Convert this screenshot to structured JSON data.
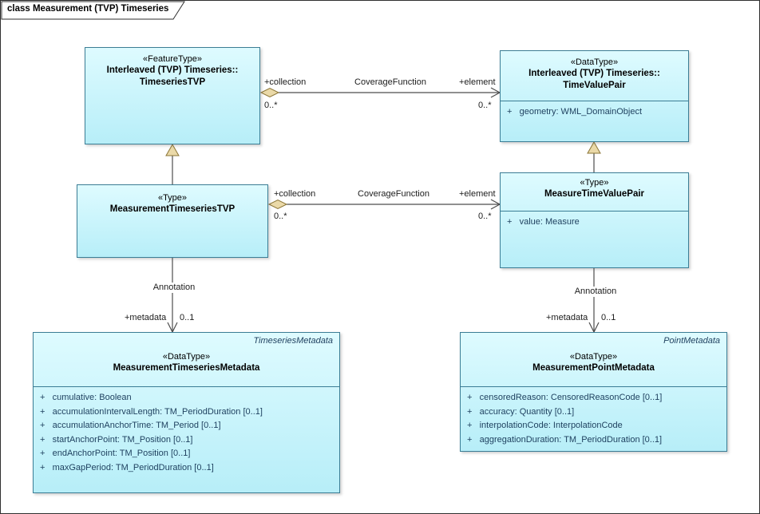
{
  "frame": {
    "title": "class Measurement (TVP) Timeseries"
  },
  "classes": {
    "timeseriesTVP": {
      "stereotype": "«FeatureType»",
      "name1": "Interleaved (TVP) Timeseries::",
      "name2": "TimeseriesTVP"
    },
    "timeValuePair": {
      "stereotype": "«DataType»",
      "name1": "Interleaved (TVP) Timeseries::",
      "name2": "TimeValuePair",
      "attributes": [
        "+   geometry: WML_DomainObject"
      ]
    },
    "measurementTimeseriesTVP": {
      "stereotype": "«Type»",
      "name": "MeasurementTimeseriesTVP"
    },
    "measureTimeValuePair": {
      "stereotype": "«Type»",
      "name": "MeasureTimeValuePair",
      "attributes": [
        "+   value: Measure"
      ]
    },
    "measurementTimeseriesMetadata": {
      "corner_label": "TimeseriesMetadata",
      "stereotype": "«DataType»",
      "name": "MeasurementTimeseriesMetadata",
      "attributes": [
        "+   cumulative: Boolean",
        "+   accumulationIntervalLength: TM_PeriodDuration [0..1]",
        "+   accumulationAnchorTime: TM_Period [0..1]",
        "+   startAnchorPoint: TM_Position [0..1]",
        "+   endAnchorPoint: TM_Position [0..1]",
        "+   maxGapPeriod: TM_PeriodDuration [0..1]"
      ]
    },
    "measurementPointMetadata": {
      "corner_label": "PointMetadata",
      "stereotype": "«DataType»",
      "name": "MeasurementPointMetadata",
      "attributes": [
        "+   censoredReason: CensoredReasonCode [0..1]",
        "+   accuracy: Quantity [0..1]",
        "+   interpolationCode: InterpolationCode",
        "+   aggregationDuration: TM_PeriodDuration [0..1]"
      ]
    }
  },
  "connectors": {
    "coverage_top": {
      "name": "CoverageFunction",
      "source_role": "+collection",
      "source_mult": "0..*",
      "target_role": "+element",
      "target_mult": "0..*"
    },
    "coverage_middle": {
      "name": "CoverageFunction",
      "source_role": "+collection",
      "source_mult": "0..*",
      "target_role": "+element",
      "target_mult": "0..*"
    },
    "annotation_left": {
      "name": "Annotation",
      "target_role": "+metadata",
      "target_mult": "0..1"
    },
    "annotation_right": {
      "name": "Annotation",
      "target_role": "+metadata",
      "target_mult": "0..1"
    }
  },
  "colors": {
    "box_fill_top": "#defbff",
    "box_fill_bottom": "#b7eef8",
    "box_border": "#3b7d95",
    "line": "#4d4d4d",
    "arrow_fill": "#ead9a8",
    "arrow_stroke": "#8b7536",
    "attr_text": "#1d3f5e"
  }
}
